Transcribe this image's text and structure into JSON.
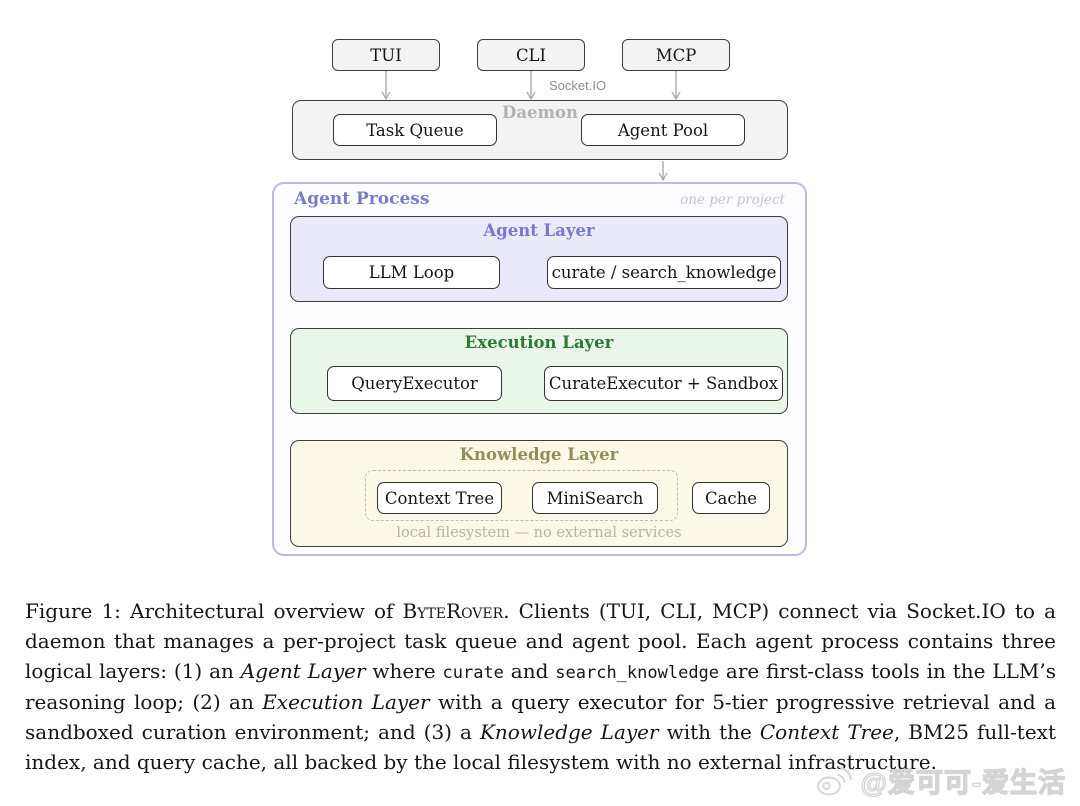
{
  "diagram": {
    "clients": [
      {
        "label": "TUI"
      },
      {
        "label": "CLI"
      },
      {
        "label": "MCP"
      }
    ],
    "socket_label": "Socket.IO",
    "daemon": {
      "title": "Daemon",
      "task_queue_label": "Task Queue",
      "agent_pool_label": "Agent Pool"
    },
    "agent_process": {
      "title": "Agent Process",
      "note": "one per project",
      "agent_layer": {
        "title": "Agent Layer",
        "llm_loop_label": "LLM Loop",
        "curate_label": "curate / search_knowledge"
      },
      "execution_layer": {
        "title": "Execution Layer",
        "query_executor_label": "QueryExecutor",
        "curate_executor_label": "CurateExecutor + Sandbox"
      },
      "knowledge_layer": {
        "title": "Knowledge Layer",
        "context_tree_label": "Context Tree",
        "minisearch_label": "MiniSearch",
        "cache_label": "Cache",
        "filesystem_note": "local filesystem — no external services"
      }
    },
    "colors": {
      "agent_accent": "#7b7bcb",
      "execution_accent": "#2e7a32",
      "knowledge_accent": "#8f8f5a",
      "agent_fill": "#e9e9f8",
      "execution_fill": "#e9f6e9",
      "knowledge_fill": "#fcf8e6",
      "daemon_fill": "#f3f3f3",
      "process_border": "#bbbbdf",
      "gray_arrow": "#ababab",
      "black_arrow": "#222222"
    }
  },
  "caption": {
    "segments": [
      {
        "style": "plain",
        "text": "Figure 1: Architectural overview of "
      },
      {
        "style": "smallcaps",
        "text": "ByteRover"
      },
      {
        "style": "plain",
        "text": ". Clients (TUI, CLI, MCP) connect via Socket.IO to a daemon that manages a per-project task queue and agent pool. Each agent process contains three logical layers: (1) an "
      },
      {
        "style": "italic",
        "text": "Agent Layer"
      },
      {
        "style": "plain",
        "text": " where "
      },
      {
        "style": "mono",
        "text": "curate"
      },
      {
        "style": "plain",
        "text": " and "
      },
      {
        "style": "mono",
        "text": "search_knowledge"
      },
      {
        "style": "plain",
        "text": " are first-class tools in the LLM’s reasoning loop; (2) an "
      },
      {
        "style": "italic",
        "text": "Execution Layer"
      },
      {
        "style": "plain",
        "text": " with a query executor for 5-tier progressive retrieval and a sandboxed curation environment; and (3) a "
      },
      {
        "style": "italic",
        "text": "Knowledge Layer"
      },
      {
        "style": "plain",
        "text": " with the "
      },
      {
        "style": "italic",
        "text": "Context Tree"
      },
      {
        "style": "plain",
        "text": ", BM25 full-text index, and query cache, all backed by the local filesystem with no external infrastructure."
      }
    ]
  },
  "watermark": {
    "handle": "@爱可可-爱生活",
    "icon": "weibo-icon"
  }
}
